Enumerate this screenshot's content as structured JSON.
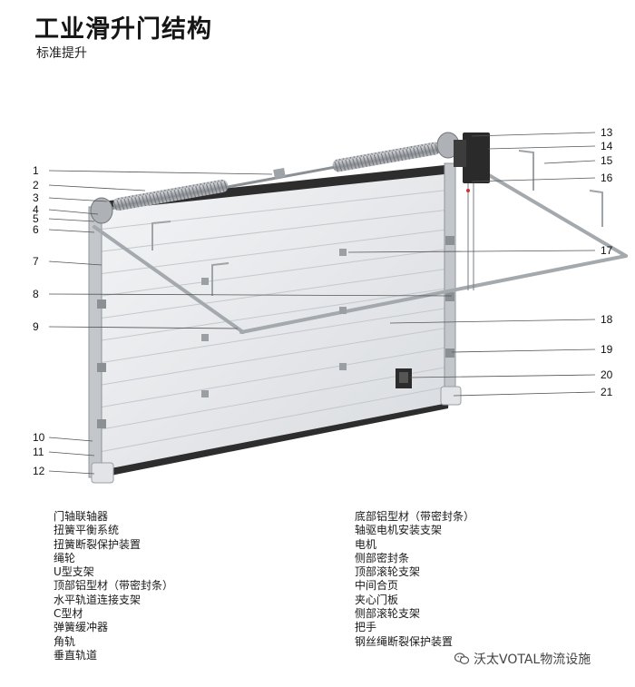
{
  "title": "工业滑升门结构",
  "subtitle": "标准提升",
  "callouts": [
    {
      "num": "1"
    },
    {
      "num": "2"
    },
    {
      "num": "3"
    },
    {
      "num": "4"
    },
    {
      "num": "5"
    },
    {
      "num": "6"
    },
    {
      "num": "7"
    },
    {
      "num": "8"
    },
    {
      "num": "9"
    },
    {
      "num": "10"
    },
    {
      "num": "11"
    },
    {
      "num": "12"
    },
    {
      "num": "13"
    },
    {
      "num": "14"
    },
    {
      "num": "15"
    },
    {
      "num": "16"
    },
    {
      "num": "17"
    },
    {
      "num": "18"
    },
    {
      "num": "19"
    },
    {
      "num": "20"
    },
    {
      "num": "21"
    }
  ],
  "legend_left": [
    "门轴联轴器",
    "扭簧平衡系统",
    "扭簧断裂保护装置",
    "绳轮",
    "U型支架",
    "顶部铝型材（带密封条）",
    "水平轨道连接支架",
    "C型材",
    "弹簧缓冲器",
    "角轨",
    "垂直轨道"
  ],
  "legend_right": [
    "底部铝型材（带密封条）",
    "轴驱电机安装支架",
    "电机",
    "侧部密封条",
    "顶部滚轮支架",
    "中间合页",
    "夹心门板",
    "侧部滚轮支架",
    "把手",
    "钢丝绳断裂保护装置"
  ],
  "watermark": {
    "text": "沃太VOTAL物流设施",
    "icon": "wechat-icon"
  },
  "colors": {
    "panel": "#e6e8eb",
    "frame": "#b9bdc2",
    "track": "#9ea3a8",
    "motor": "#2a2a2a",
    "leader": "#555555"
  }
}
